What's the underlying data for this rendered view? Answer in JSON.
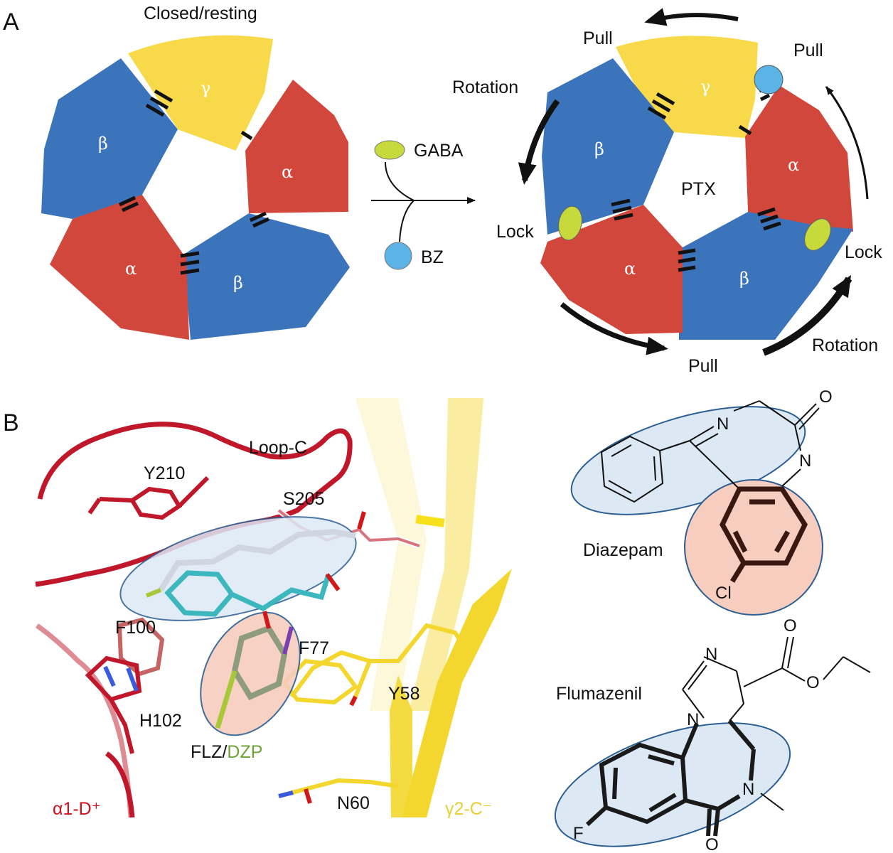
{
  "colors": {
    "alpha": "#D2473C",
    "beta": "#3C74BC",
    "gamma": "#F7D94A",
    "gaba": "#C8D93B",
    "bz": "#5BB4E5",
    "protein_red": "#C0182A",
    "protein_yellow": "#F3D72E",
    "ellipse_blue": "#DCE9F5",
    "ellipse_red": "#F6CDBE",
    "ellipse_stroke": "#2D5F93",
    "dzp_green": "#6FA33A"
  },
  "panel_a": {
    "label": "A",
    "title_closed": "Closed/resting",
    "left_subunits": [
      "γ",
      "α",
      "β",
      "α",
      "β"
    ],
    "right_subunits": [
      "γ",
      "α",
      "β",
      "α",
      "β"
    ],
    "pore_label": "PTX",
    "legend_gaba": "GABA",
    "legend_bz": "BZ",
    "labels": {
      "pull_top_left": "Pull",
      "pull_top_right": "Pull",
      "rotation_left": "Rotation",
      "lock_left": "Lock",
      "lock_right": "Lock",
      "pull_bottom": "Pull",
      "rotation_bottom": "Rotation"
    }
  },
  "panel_b": {
    "label": "B",
    "residues": {
      "loop_c": "Loop-C",
      "y210": "Y210",
      "s205": "S205",
      "f100": "F100",
      "h102": "H102",
      "f77": "F77",
      "y58": "Y58",
      "n60": "N60"
    },
    "ligand_prefix": "FLZ/",
    "ligand_suffix": "DZP",
    "chain_alpha": "α1-D⁺",
    "chain_gamma": "γ2-C⁻",
    "diazepam": {
      "name": "Diazepam",
      "atoms": [
        "O",
        "N",
        "N",
        "Cl"
      ]
    },
    "flumazenil": {
      "name": "Flumazenil",
      "atoms": [
        "O",
        "O",
        "N",
        "N",
        "N",
        "O",
        "F"
      ]
    }
  }
}
